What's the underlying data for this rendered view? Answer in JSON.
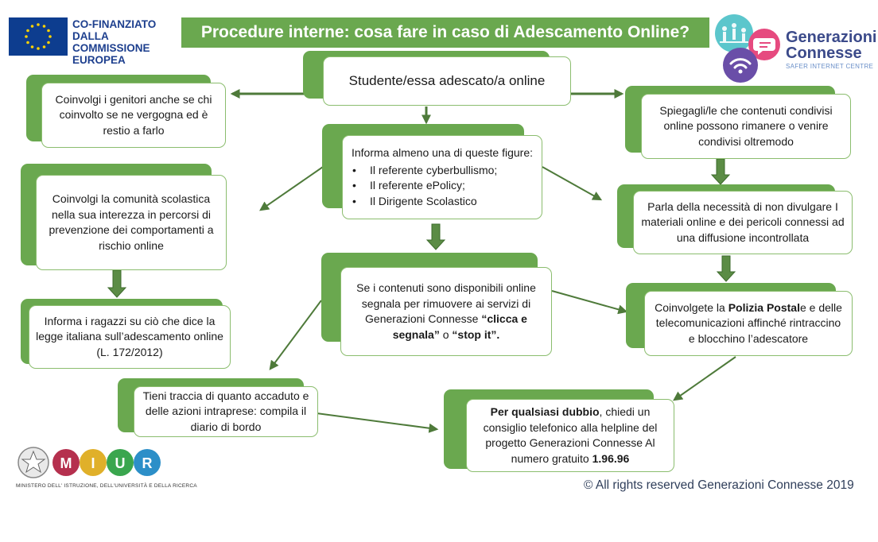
{
  "header": {
    "eu_text": [
      "CO-FINANZIATO",
      "DALLA COMMISSIONE",
      "EUROPEA"
    ],
    "title": "Procedure interne: cosa fare in caso di Adescamento Online?",
    "brand_line1": "Generazioni",
    "brand_line2": "Connesse",
    "brand_tagline": "SAFER INTERNET CENTRE"
  },
  "boxes": {
    "start": "Studente/essa adescato/a online",
    "genitori": "Coinvolgi i genitori anche se chi coinvolto se ne vergogna ed è restio a farlo",
    "comunita": "Coinvolgi la comunità scolastica nella sua interezza in percorsi di prevenzione dei comportamenti a rischio online",
    "ragazzi": "Informa i ragazzi su ciò che dice la legge italiana sull’adescamento online (L. 172/2012)",
    "figure_intro": "Informa almeno una di queste figure:",
    "figure_items": [
      "Il referente cyberbullismo;",
      "Il referente ePolicy;",
      "Il Dirigente Scolastico"
    ],
    "segnala_pre": "Se i contenuti sono disponibili online segnala per rimuovere ai servizi di  Generazioni Connesse ",
    "segnala_b1": "“clicca e segnala”",
    "segnala_mid": " o ",
    "segnala_b2": "“stop it”.",
    "spiegagli": "Spiegagli/le che contenuti condivisi online possono rimanere o venire condivisi oltremodo",
    "divulgare": "Parla della necessità di non divulgare I materiali online e dei pericoli connessi ad una diffusione incontrollata",
    "polizia_pre": "Coinvolgete la ",
    "polizia_b": "Polizia Postal",
    "polizia_post": "e e delle telecomunicazioni affinché rintraccino e blocchino l’adescatore",
    "traccia": "Tieni traccia di quanto accaduto e delle azioni intraprese: compila il diario di bordo",
    "dubbio_b": "Per qualsiasi dubbio",
    "dubbio_mid": ", chiedi un consiglio telefonico alla helpline  del progetto Generazioni Connesse Al numero gratuito ",
    "dubbio_num": "1.96.96"
  },
  "footer": {
    "miur_letters": [
      "M",
      "I",
      "U",
      "R"
    ],
    "ministry": "MINISTERO DELL' ISTRUZIONE, DELL'UNIVERSITÀ E DELLA RICERCA",
    "copyright": "© All rights reserved Generazioni Connesse  2019"
  },
  "colors": {
    "accent_green": "#6aa84f",
    "arrow_green": "#4e7a3a",
    "eu_blue": "#0d3d8f",
    "brand_navy": "#3b4a8a"
  }
}
